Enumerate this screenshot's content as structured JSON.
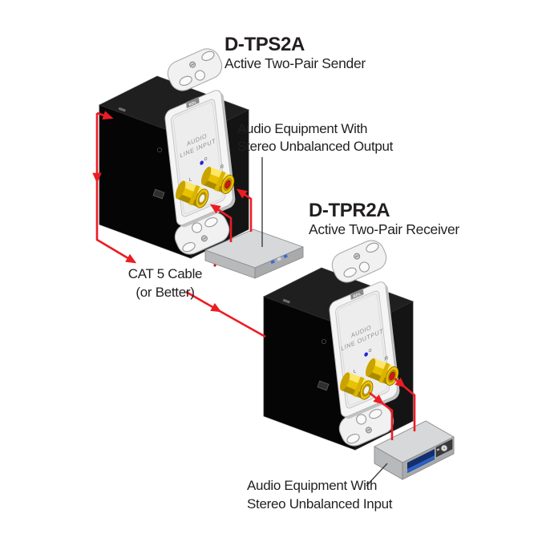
{
  "sender": {
    "model": "D-TPS2A",
    "description": "Active Two-Pair Sender",
    "brand": "RDL",
    "panel": {
      "line1": "AUDIO",
      "line2": "LINE INPUT"
    },
    "jacks": {
      "left": "L",
      "right": "R"
    }
  },
  "receiver": {
    "model": "D-TPR2A",
    "description": "Active Two-Pair Receiver",
    "brand": "RDL",
    "panel": {
      "line1": "AUDIO",
      "line2": "LINE OUTPUT"
    },
    "jacks": {
      "left": "L",
      "right": "R"
    }
  },
  "cable": {
    "line1": "CAT 5 Cable",
    "line2": "(or Better)"
  },
  "source_equipment": {
    "line1": "Audio Equipment With",
    "line2": "Stereo Unbalanced Output"
  },
  "sink_equipment": {
    "line1": "Audio Equipment With",
    "line2": "Stereo Unbalanced Input"
  },
  "colors": {
    "cable_red": "#ec1c24",
    "jack_yellow": "#e8c100",
    "led_blue": "#2323dd",
    "text": "#231f20"
  }
}
